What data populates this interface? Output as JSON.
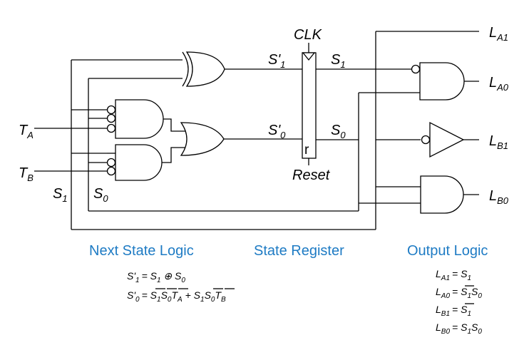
{
  "inputs": {
    "ta": {
      "main": "T",
      "sub": "A"
    },
    "tb": {
      "main": "T",
      "sub": "B"
    },
    "s1_feedback": {
      "main": "S",
      "sub": "1"
    },
    "s0_feedback": {
      "main": "S",
      "sub": "0"
    }
  },
  "register": {
    "clk": "CLK",
    "reset": "Reset",
    "r": "r",
    "s1_next": {
      "main": "S'",
      "sub": "1"
    },
    "s0_next": {
      "main": "S'",
      "sub": "0"
    },
    "s1_out": {
      "main": "S",
      "sub": "1"
    },
    "s0_out": {
      "main": "S",
      "sub": "0"
    }
  },
  "outputs": {
    "la1": {
      "main": "L",
      "sub": "A1"
    },
    "la0": {
      "main": "L",
      "sub": "A0"
    },
    "lb1": {
      "main": "L",
      "sub": "B1"
    },
    "lb0": {
      "main": "L",
      "sub": "B0"
    }
  },
  "sections": {
    "next_state": "Next State Logic",
    "state_register": "State Register",
    "output_logic": "Output Logic"
  },
  "next_state_eqs": {
    "eq1": {
      "lhs_main": "S'",
      "lhs_sub": "1",
      "rhs": "= S",
      "rhs_sub1": "1",
      "op": " ⊕ S",
      "rhs_sub2": "0"
    },
    "eq2": {
      "lhs_main": "S'",
      "lhs_sub": "0",
      "eq": "= ",
      "t1a": "S",
      "t1a_sub": "1",
      "t1b": "S",
      "t1b_sub": "0",
      "t1c": "T",
      "t1c_sub": "A",
      "plus": " + S",
      "t2a_sub": "1",
      "t2b": "S",
      "t2b_sub": "0",
      "t2c": "T",
      "t2c_sub": "B"
    }
  },
  "output_eqs": {
    "la1": {
      "lhs": "L",
      "lhs_sub": "A1",
      "rhs": "= S",
      "rhs_sub": "1"
    },
    "la0": {
      "lhs": "L",
      "lhs_sub": "A0",
      "rhs": "= ",
      "a": "S",
      "a_sub": "1",
      "b": "S",
      "b_sub": "0"
    },
    "lb1": {
      "lhs": "L",
      "lhs_sub": "B1",
      "rhs": "= ",
      "a": "S",
      "a_sub": "1"
    },
    "lb0": {
      "lhs": "L",
      "lhs_sub": "B0",
      "rhs": "= S",
      "a_sub": "1",
      "b": "S",
      "b_sub": "0"
    }
  }
}
